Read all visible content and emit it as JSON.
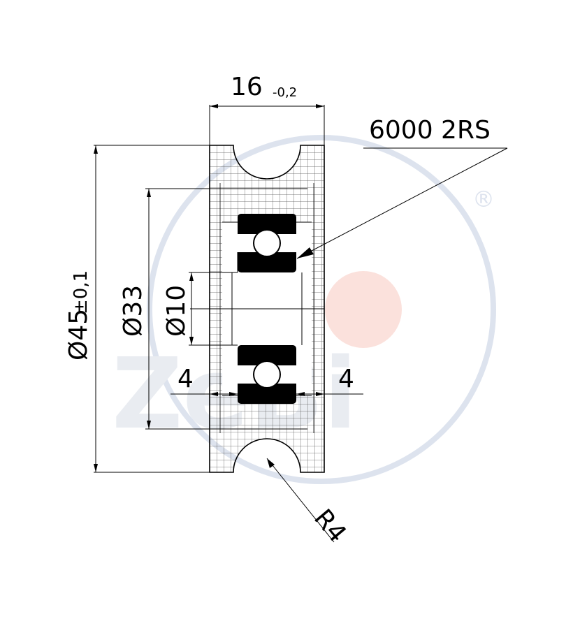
{
  "drawing": {
    "width_dim": {
      "value": "16",
      "tolerance": "-0,2"
    },
    "bearing_label": "6000 2RS",
    "outer_dia": {
      "prefix": "Ø45",
      "tolerance": "±0,1"
    },
    "mid_dia": "Ø33",
    "bore_dia": "Ø10",
    "left_offset": "4",
    "right_offset": "4",
    "groove_radius": "R4"
  },
  "watermark": {
    "text": "ZeBi",
    "registered": "®",
    "colors": {
      "ring": "#dde3ee",
      "dot": "#fbe1dc",
      "letters": "#e9ecf1"
    }
  },
  "colors": {
    "ink": "#000000",
    "seal": "#000000",
    "background": "#ffffff"
  }
}
